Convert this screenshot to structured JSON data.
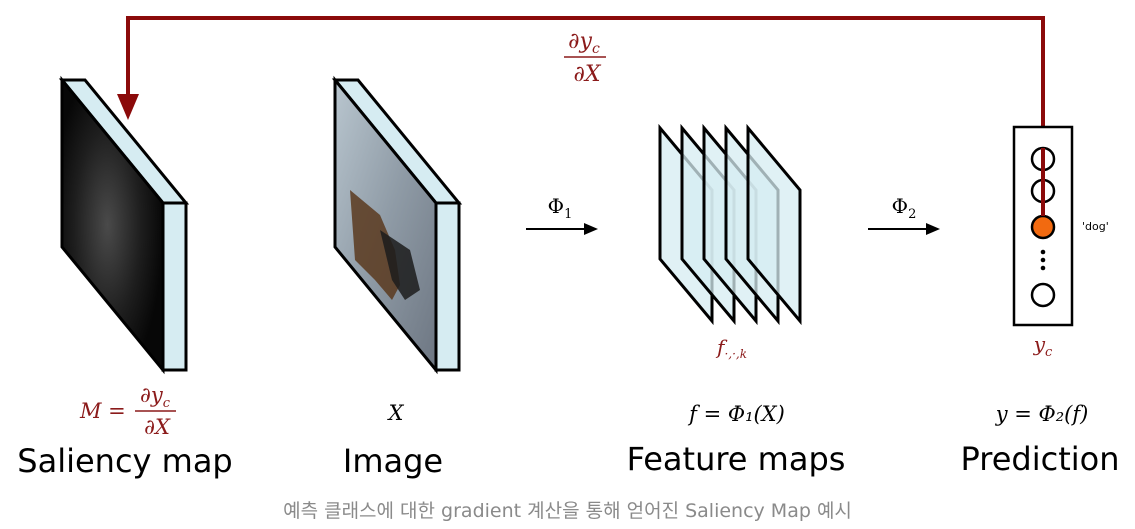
{
  "gradient_formula": {
    "numerator": "∂y",
    "numerator_sub": "c",
    "denominator": "∂X"
  },
  "saliency": {
    "formula_lhs": "M =",
    "formula_numerator": "∂y",
    "formula_numerator_sub": "c",
    "formula_denominator": "∂X",
    "title": "Saliency map"
  },
  "image": {
    "symbol": "X",
    "title": "Image"
  },
  "feature": {
    "phi_arrow_label": "Φ",
    "phi_arrow_sub": "1",
    "layer_label": "f",
    "layer_label_sub": "·,·,k",
    "formula": "f = Φ₁(X)",
    "title": "Feature maps"
  },
  "prediction": {
    "phi_arrow_label": "Φ",
    "phi_arrow_sub": "2",
    "class_label": "'dog'",
    "output_label": "y",
    "output_label_sub": "c",
    "formula": "y = Φ₂(f)",
    "title": "Prediction"
  },
  "caption": "예측 클래스에 대한 gradient 계산을 통해 얻어진 Saliency Map 예시",
  "colors": {
    "gradient_path": "#8b0a0a",
    "formula_red": "#8b1a1a",
    "panel_fill": "#d6ecf2",
    "selected_neuron": "#f26a10"
  }
}
